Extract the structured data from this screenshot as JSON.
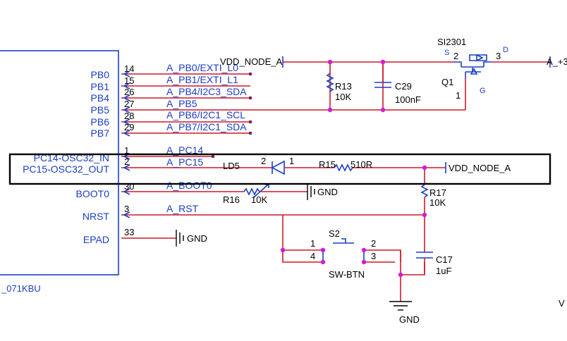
{
  "chip": {
    "pins": [
      {
        "label": "PB0",
        "number": "14",
        "net": "A_PB0/EXTI_L0"
      },
      {
        "label": "PB1",
        "number": "15",
        "net": "A_PB1/EXTI_L1"
      },
      {
        "label": "PB4",
        "number": "26",
        "net": "A_PB4/I2C3_SDA"
      },
      {
        "label": "PB5",
        "number": "27",
        "net": "A_PB5"
      },
      {
        "label": "PB6",
        "number": "28",
        "net": "A_PB6/I2C1_SCL"
      },
      {
        "label": "PB7",
        "number": "29",
        "net": "A_PB7/I2C1_SDA"
      },
      {
        "label": "PC14-OSC32_IN",
        "number": "1",
        "net": "A_PC14"
      },
      {
        "label": "PC15-OSC32_OUT",
        "number": "2",
        "net": "A_PC15"
      },
      {
        "label": "BOOT0",
        "number": "30",
        "net": "A_BOOT0"
      },
      {
        "label": "NRST",
        "number": "3",
        "net": "A_RST"
      },
      {
        "label": "EPAD",
        "number": "33",
        "net": ""
      }
    ],
    "part_fragment": "_071KBU"
  },
  "nets": {
    "vdd_node_a": "VDD_NODE_A",
    "a_plus": "A_+3",
    "gnd": "GND"
  },
  "components": {
    "q1": {
      "ref": "Q1",
      "part": "SI2301",
      "s": "S",
      "d": "D",
      "g": "G",
      "pin2": "2",
      "pin3": "3",
      "pin1": "1"
    },
    "r13": {
      "ref": "R13",
      "value": "10K"
    },
    "c29": {
      "ref": "C29",
      "value": "100nF"
    },
    "ld5": {
      "ref": "LD5",
      "pin2": "2",
      "pin1": "1"
    },
    "r15": {
      "ref": "R15",
      "value": "510R"
    },
    "r16": {
      "ref": "R16",
      "value": "10K"
    },
    "r17": {
      "ref": "R17",
      "value": "10K"
    },
    "s2": {
      "ref": "S2",
      "part": "SW-BTN",
      "p1": "1",
      "p2": "2",
      "p3": "3",
      "p4": "4"
    },
    "c17": {
      "ref": "C17",
      "value": "1uF"
    }
  },
  "edge_letter": "V",
  "colors": {
    "wire": "#cc1a2a",
    "symbol": "#1a3fc4",
    "highlight_box": "#000000",
    "junction": "#d21bd2"
  }
}
